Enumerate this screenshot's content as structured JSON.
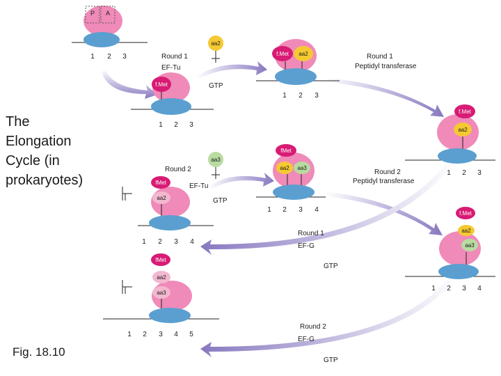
{
  "slide": {
    "title_lines": [
      "The",
      "Elongation",
      "Cycle (in",
      "prokaryotes)"
    ],
    "caption": "Fig. 18.10"
  },
  "sites": {
    "p": "P",
    "a": "A"
  },
  "codons": [
    "1",
    "2",
    "3",
    "4",
    "5"
  ],
  "labels": {
    "fmet": "f.Met",
    "fmet_alt": "fMet",
    "aa2": "aa2",
    "aa3": "aa3",
    "round1": "Round 1",
    "round2": "Round 2",
    "ef_tu": "EF-Tu",
    "ef_g": "EF-G",
    "gtp": "GTP",
    "peptidyl_transferase": "Peptidyl transferase"
  },
  "colors": {
    "large_subunit": "#f08ab8",
    "small_subunit": "#5b9fd0",
    "fmet": "#d81b74",
    "aa2": "#f2b8cf",
    "aa3": "#b8dba2",
    "yellow_trna": "#f5c932",
    "arrow": "#8878c0"
  }
}
